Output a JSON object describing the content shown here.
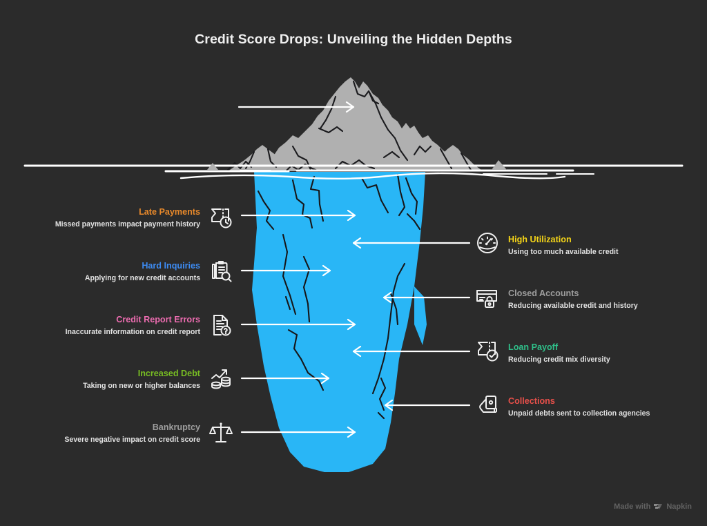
{
  "page": {
    "title": "Credit Score Drops: Unveiling the Hidden Depths",
    "background_color": "#2b2b2b",
    "iceberg_tip_color": "#b0b0b0",
    "iceberg_underwater_color": "#29b6f6",
    "waterline_color": "#ffffff"
  },
  "left_items": [
    {
      "id": "late-payments",
      "heading": "Late Payments",
      "subtext": "Missed payments impact payment history",
      "color": "#e8892b",
      "icon": "receipt-clock-icon"
    },
    {
      "id": "hard-inquiries",
      "heading": "Hard Inquiries",
      "subtext": "Applying for new credit accounts",
      "color": "#3d8bf2",
      "icon": "clipboard-search-icon"
    },
    {
      "id": "credit-report-errors",
      "heading": "Credit Report Errors",
      "subtext": "Inaccurate information on credit report",
      "color": "#ec6cb0",
      "icon": "document-question-icon"
    },
    {
      "id": "increased-debt",
      "heading": "Increased Debt",
      "subtext": "Taking on new or higher balances",
      "color": "#78bd23",
      "icon": "chart-coins-icon"
    },
    {
      "id": "bankruptcy",
      "heading": "Bankruptcy",
      "subtext": "Severe negative impact on credit score",
      "color": "#9e9e9e",
      "icon": "scales-icon"
    }
  ],
  "right_items": [
    {
      "id": "high-utilization",
      "heading": "High Utilization",
      "subtext": "Using too much available credit",
      "color": "#f5d518",
      "icon": "gauge-icon"
    },
    {
      "id": "closed-accounts",
      "heading": "Closed Accounts",
      "subtext": "Reducing available credit and history",
      "color": "#9e9e9e",
      "icon": "credit-card-lock-icon"
    },
    {
      "id": "loan-payoff",
      "heading": "Loan Payoff",
      "subtext": "Reducing credit mix diversity",
      "color": "#2fc08a",
      "icon": "receipt-check-icon"
    },
    {
      "id": "collections",
      "heading": "Collections",
      "subtext": "Unpaid debts sent to collection agencies",
      "color": "#e8504a",
      "icon": "hand-device-icon"
    }
  ],
  "watermark": {
    "prefix": "Made with",
    "brand": "Napkin"
  }
}
